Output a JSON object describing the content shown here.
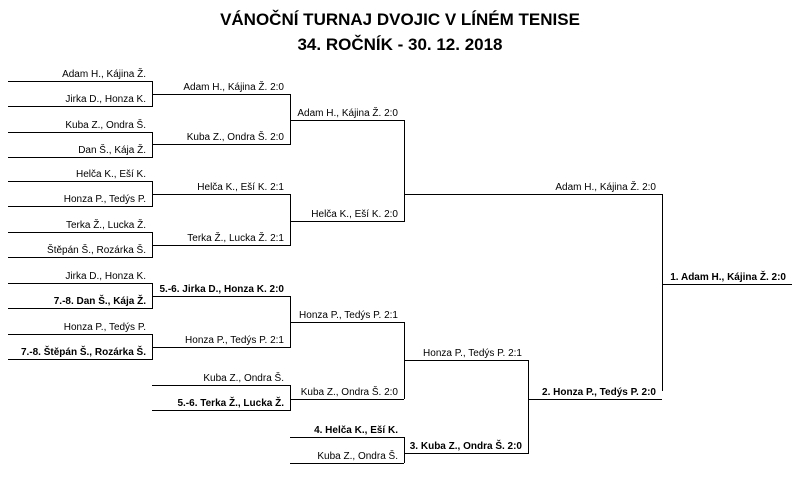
{
  "title": "VÁNOČNÍ TURNAJ DVOJIC V LÍNÉM TENISE",
  "subtitle": "34. ROČNÍK - 30. 12. 2018",
  "main": {
    "r1": [
      "Adam H., Kájina Ž.",
      "Jirka D., Honza K.",
      "Kuba Z., Ondra Š.",
      "Dan Š., Kája Ž.",
      "Helča K., Eší K.",
      "Honza P., Tedýs P.",
      "Terka Ž., Lucka Ž.",
      "Štěpán Š., Rozárka Š."
    ],
    "r2": [
      "Adam H., Kájina Ž. 2:0",
      "Kuba Z., Ondra Š. 2:0",
      "Helča K., Eší K. 2:1",
      "Terka Ž., Lucka Ž. 2:1"
    ],
    "r3": [
      "Adam H., Kájina Ž. 2:0",
      "Helča K., Eší K. 2:0"
    ],
    "r4": "Adam H., Kájina Ž. 2:0",
    "winner": "1. Adam H., Kájina Ž. 2:0"
  },
  "consolation": {
    "r1": [
      "Jirka D., Honza K.",
      "7.-8. Dan Š., Kája Ž.",
      "Honza P., Tedýs P.",
      "7.-8. Štěpán Š., Rozárka Š."
    ],
    "r2": [
      "5.-6. Jirka D., Honza K. 2:0",
      "Honza P., Tedýs P. 2:1"
    ],
    "r3": "Honza P., Tedýs P. 2:1",
    "lower": [
      "Kuba Z., Ondra Š.",
      "5.-6. Terka Ž., Lucka Ž."
    ],
    "lower_r2": "Kuba Z., Ondra Š. 2:0",
    "final_upper": "2. Honza P., Tedýs P. 2:0",
    "bronze": [
      "4. Helča K., Eší K.",
      "Kuba Z., Ondra Š."
    ],
    "bronze_result": "3. Kuba Z., Ondra Š. 2:0"
  }
}
